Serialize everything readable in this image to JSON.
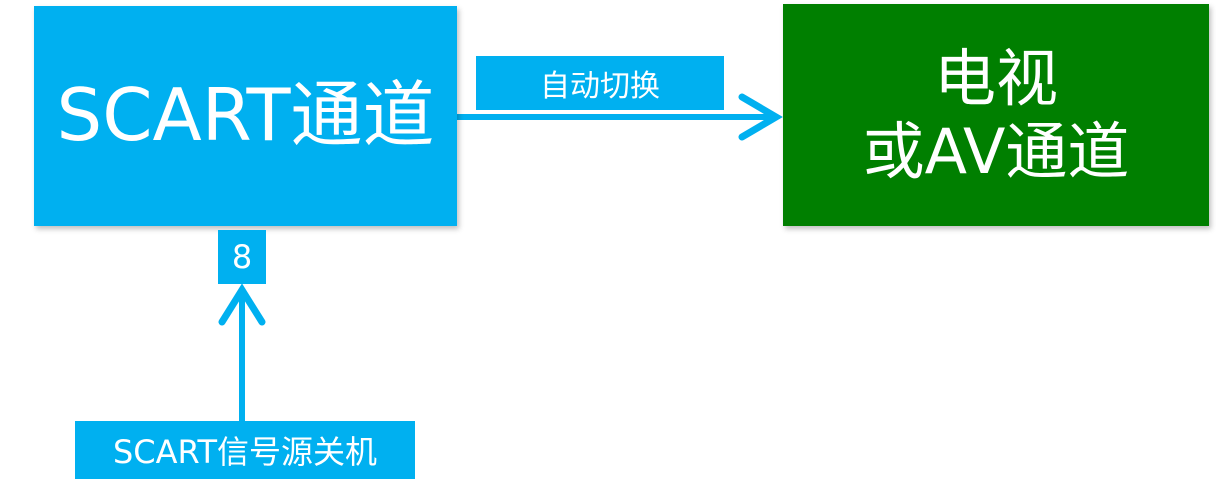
{
  "colors": {
    "primary": "#00b0f0",
    "secondary": "#007f00",
    "text": "#ffffff"
  },
  "nodes": {
    "scart_channel": "SCART通道",
    "tv_line1": "电视",
    "tv_line2": "或AV通道"
  },
  "edges": {
    "auto_switch": "自动切换",
    "pin": "8",
    "source_off": "SCART信号源关机"
  }
}
